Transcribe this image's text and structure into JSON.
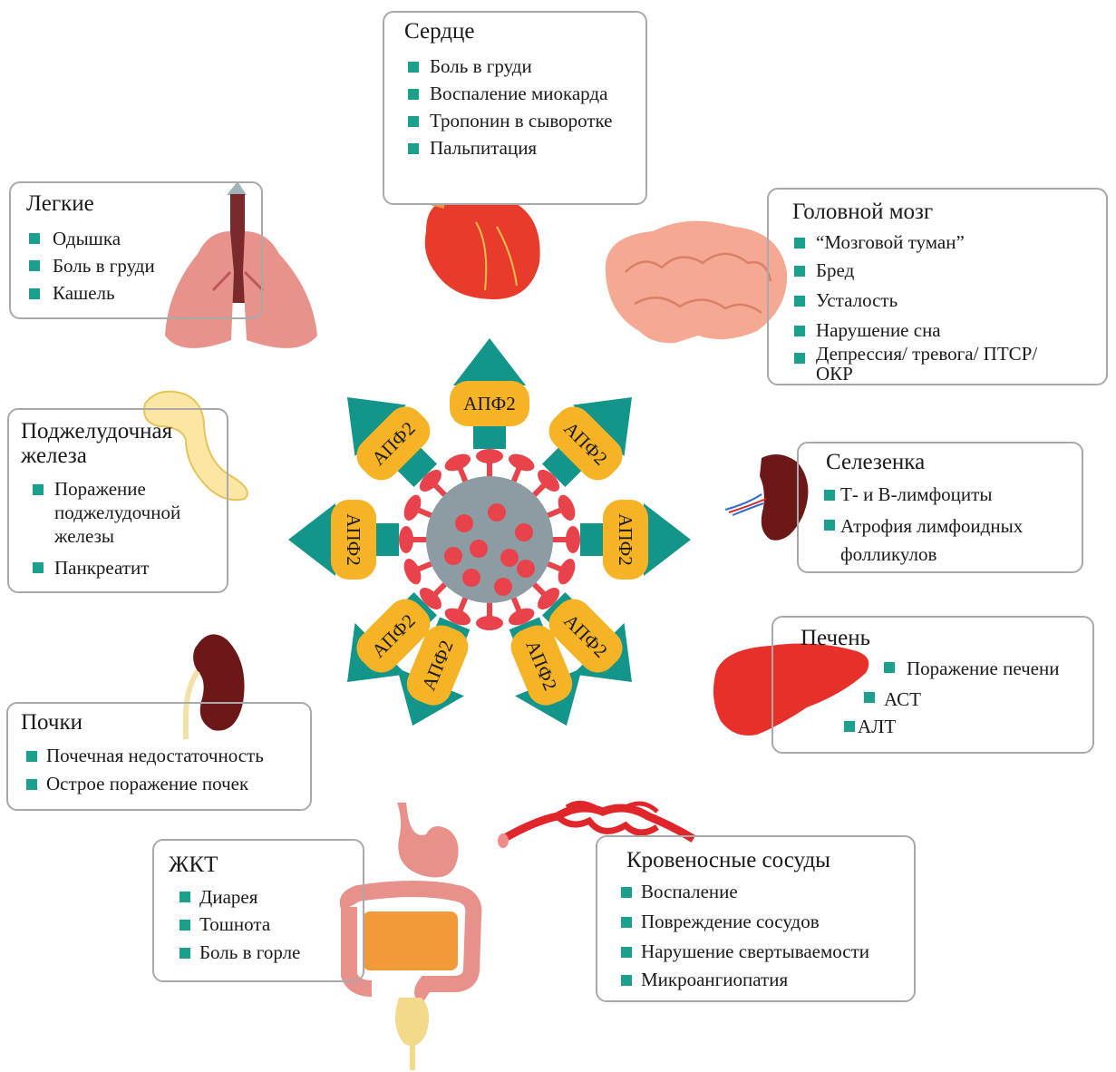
{
  "receptor_label": "АПФ2",
  "organs": {
    "heart": {
      "title": "Сердце",
      "items": [
        "Боль в груди",
        "Воспаление миокарда",
        "Тропонин в сыворотке",
        "Пальпитация"
      ]
    },
    "lungs": {
      "title": "Легкие",
      "items": [
        "Одышка",
        "Боль в груди",
        "Кашель"
      ]
    },
    "brain": {
      "title": "Головной мозг",
      "items": [
        "“Мозговой туман”",
        "Бред",
        "Усталость",
        "Нарушение сна",
        "Депрессия/ тревога/ ПТСР/\nОКР"
      ]
    },
    "pancreas": {
      "title": "Поджелудочная\nжелеза",
      "items": [
        "Поражение\nподжелудочной\nжелезы",
        "Панкреатит"
      ]
    },
    "spleen": {
      "title": "Селезенка",
      "items": [
        "Т- и В-лимфоциты",
        "Атрофия лимфоидных\nфолликулов"
      ]
    },
    "kidneys": {
      "title": "Почки",
      "items": [
        "Почечная недостаточность",
        "Острое поражение почек"
      ]
    },
    "liver": {
      "title": "Печень",
      "items": [
        "Поражение печени",
        "АСТ",
        "АЛТ"
      ]
    },
    "gi": {
      "title": "ЖКТ",
      "items": [
        "Диарея",
        "Тошнота",
        "Боль в горле"
      ]
    },
    "vessels": {
      "title": "Кровеносные сосуды",
      "items": [
        "Воспаление",
        "Повреждение сосудов",
        "Нарушение свертываемости",
        "Микроангиопатия"
      ]
    }
  },
  "colors": {
    "arrow": "#13958a",
    "pill": "#f5b325",
    "virus_body": "#8d9ca3",
    "virus_spike": "#e8434b",
    "bullet": "#1aa08c",
    "box_border": "#a9a9a9"
  }
}
